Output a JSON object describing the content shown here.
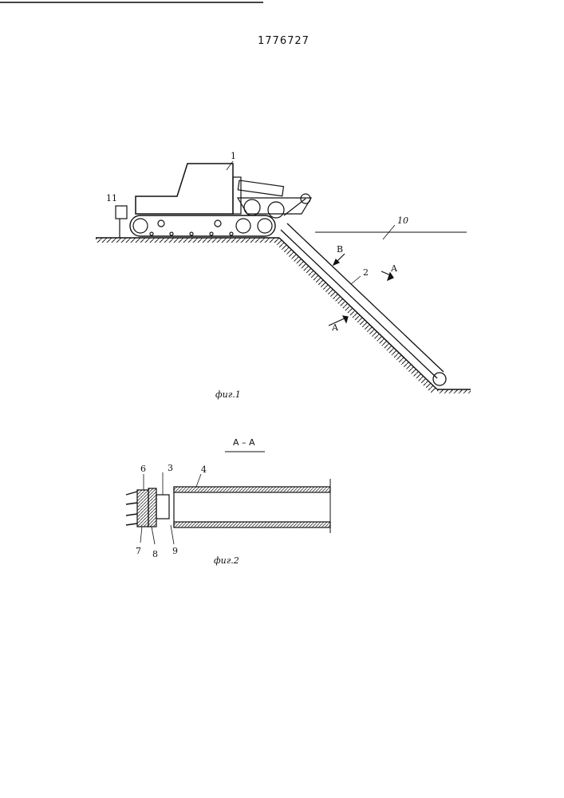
{
  "patent_number": "1776727",
  "fig1": {
    "caption": "фиг.1",
    "labels": {
      "machine": "1",
      "boom": "2",
      "box": "11",
      "water_level": "10",
      "arrow_b": "B",
      "arrow_a": "A"
    }
  },
  "fig2": {
    "section_title": "A – A",
    "caption": "фиг.2",
    "labels": {
      "l6": "6",
      "l3": "3",
      "l4": "4",
      "l7": "7",
      "l8": "8",
      "l9": "9"
    }
  }
}
